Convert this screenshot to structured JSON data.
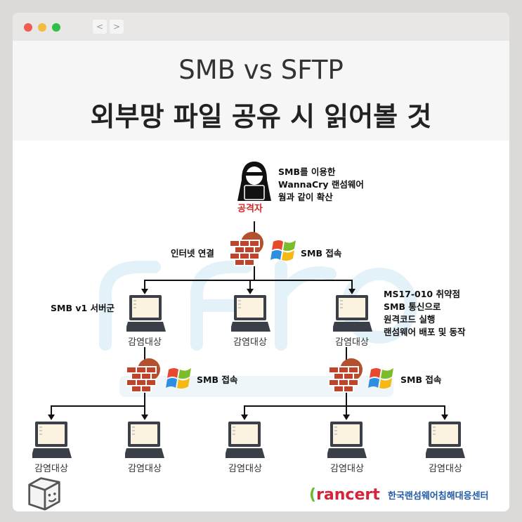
{
  "window": {
    "back": "<",
    "forward": ">",
    "dots": [
      "#ee5c50",
      "#f4bc3f",
      "#2fc04a"
    ]
  },
  "title": {
    "line1": "SMB vs SFTP",
    "line2": "외부망 파일 공유 시 읽어볼 것"
  },
  "diagram": {
    "watermark": "rancert",
    "watermark_sub": "한국랜섬웨어침해대응센터",
    "attacker_label": "공격자",
    "attacker_note": [
      "SMB를 이용한",
      "WannaCry 랜섬웨어",
      "웜과 같이 확산"
    ],
    "internet_label": "인터넷 연결",
    "smb_access": "SMB 접속",
    "server_group": "SMB v1 서버군",
    "vuln_note": [
      "MS17-010 취약점",
      "SMB 통신으로",
      "원격코드 실행",
      "랜섬웨어 배포 및 동작"
    ],
    "infected": "감염대상",
    "logo_text": "rancert",
    "org_name": "한국랜섬웨어침해대응센터"
  },
  "colors": {
    "accent_red": "#d42a2a",
    "firewall": "#c0432c"
  }
}
